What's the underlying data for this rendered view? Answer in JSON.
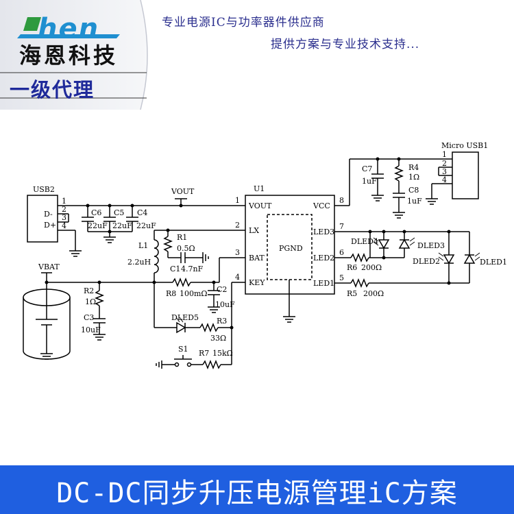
{
  "header": {
    "logo_en": "hen",
    "logo_cn": "海恩科技",
    "agent": "一级代理",
    "tagline_1": "专业电源IC与功率器件供应商",
    "tagline_2": "提供方案与专业技术支持..."
  },
  "chip": {
    "ref": "U1",
    "center": "PGND",
    "pins_left": [
      {
        "num": "1",
        "name": "VOUT"
      },
      {
        "num": "2",
        "name": "LX"
      },
      {
        "num": "3",
        "name": "BAT"
      },
      {
        "num": "4",
        "name": "KEY"
      }
    ],
    "pins_right": [
      {
        "num": "8",
        "name": "VCC"
      },
      {
        "num": "7",
        "name": "LED3"
      },
      {
        "num": "6",
        "name": "LED2"
      },
      {
        "num": "5",
        "name": "LED1"
      }
    ]
  },
  "connectors": {
    "usb2": {
      "ref": "USB2",
      "pins": [
        "1",
        "2",
        "3",
        "4"
      ],
      "labels": [
        "D-",
        "D+"
      ]
    },
    "micro_usb": {
      "ref": "Micro USB1",
      "pins": [
        "1",
        "2",
        "3",
        "4"
      ]
    }
  },
  "nets": {
    "vout": "VOUT",
    "vbat": "VBAT"
  },
  "parts": {
    "c6": {
      "ref": "C6",
      "value": "22uF"
    },
    "c5": {
      "ref": "C5",
      "value": "22uF"
    },
    "c4": {
      "ref": "C4",
      "value": "22uF"
    },
    "c7": {
      "ref": "C7",
      "value": "1uF"
    },
    "r4": {
      "ref": "R4",
      "value": "1Ω"
    },
    "c8": {
      "ref": "C8",
      "value": "1uF"
    },
    "l1": {
      "ref": "L1",
      "value": "2.2uH"
    },
    "r1": {
      "ref": "R1",
      "value": "0.5Ω"
    },
    "c1": {
      "ref": "C1",
      "value": "4.7nF"
    },
    "r8": {
      "ref": "R8",
      "value": "100mΩ"
    },
    "c2": {
      "ref": "C2",
      "value": "10uF"
    },
    "r2": {
      "ref": "R2",
      "value": "1Ω"
    },
    "c3": {
      "ref": "C3",
      "value": "10uF"
    },
    "dled5": {
      "ref": "DLED5"
    },
    "r3": {
      "ref": "R3",
      "value": "33Ω"
    },
    "s1": {
      "ref": "S1"
    },
    "r7": {
      "ref": "R7",
      "value": "15kΩ"
    },
    "r6": {
      "ref": "R6",
      "value": "200Ω"
    },
    "r5": {
      "ref": "R5",
      "value": "200Ω"
    },
    "dled4": {
      "ref": "DLED4"
    },
    "dled3": {
      "ref": "DLED3"
    },
    "dled2": {
      "ref": "DLED2"
    },
    "dled1": {
      "ref": "DLED1"
    }
  },
  "footer": {
    "title": "DC-DC同步升压电源管理iC方案"
  },
  "colors": {
    "footer_bg": "#1f5fe0",
    "brand_blue": "#1f2a9a",
    "logo_blue": "#1f8fd0",
    "logo_green": "#2e9a3e"
  }
}
